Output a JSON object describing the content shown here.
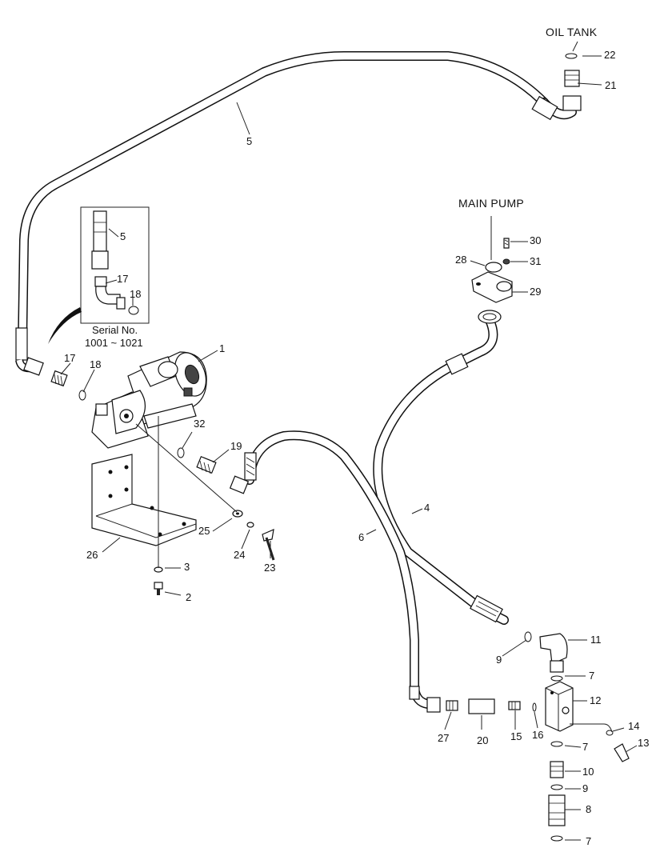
{
  "labels": {
    "oil_tank": "OIL TANK",
    "main_pump": "MAIN PUMP",
    "serial_no": "Serial No.",
    "serial_range": "1001 ~ 1021"
  },
  "callouts": [
    {
      "num": "22"
    },
    {
      "num": "21"
    },
    {
      "num": "5"
    },
    {
      "num": "30"
    },
    {
      "num": "31"
    },
    {
      "num": "28"
    },
    {
      "num": "29"
    },
    {
      "num": "5"
    },
    {
      "num": "17"
    },
    {
      "num": "18"
    },
    {
      "num": "1"
    },
    {
      "num": "17"
    },
    {
      "num": "18"
    },
    {
      "num": "32"
    },
    {
      "num": "19"
    },
    {
      "num": "25"
    },
    {
      "num": "24"
    },
    {
      "num": "23"
    },
    {
      "num": "26"
    },
    {
      "num": "3"
    },
    {
      "num": "2"
    },
    {
      "num": "4"
    },
    {
      "num": "6"
    },
    {
      "num": "11"
    },
    {
      "num": "9"
    },
    {
      "num": "7"
    },
    {
      "num": "12"
    },
    {
      "num": "14"
    },
    {
      "num": "13"
    },
    {
      "num": "27"
    },
    {
      "num": "20"
    },
    {
      "num": "15"
    },
    {
      "num": "16"
    },
    {
      "num": "7"
    },
    {
      "num": "10"
    },
    {
      "num": "9"
    },
    {
      "num": "8"
    },
    {
      "num": "7"
    }
  ]
}
